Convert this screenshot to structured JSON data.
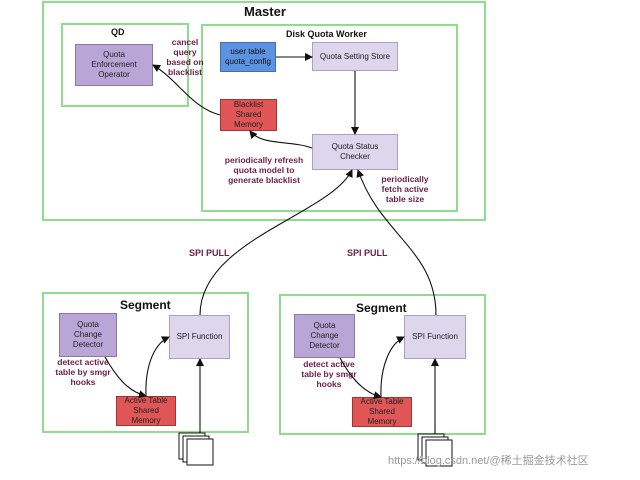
{
  "master": {
    "title": "Master"
  },
  "qd": {
    "title": "QD",
    "enforcement_operator": "Quota\nEnforcement\nOperator"
  },
  "worker": {
    "title": "Disk Quota Worker",
    "user_table": "user table\nquota_config",
    "setting_store": "Quota Setting Store",
    "blacklist_memory": "Blacklist\nShared\nMemory",
    "status_checker": "Quota Status\nChecker"
  },
  "notes": {
    "cancel_query": "cancel\nquery\nbased on\nblacklist",
    "refresh": "periodically refresh\nquota model to\ngenerate blacklist",
    "fetch": "periodically\nfetch active\ntable size",
    "detect_left": "detect active\ntable by smgr\nhooks",
    "detect_right": "detect active\ntable by smgr\nhooks"
  },
  "spi_pull_left": "SPI PULL",
  "spi_pull_right": "SPI PULL",
  "segment_left": {
    "title": "Segment",
    "change_detector": "Quota\nChange\nDetector",
    "spi_function": "SPI Function",
    "active_table": "Active Table\nShared\nMemory"
  },
  "segment_right": {
    "title": "Segment",
    "change_detector": "Quota\nChange\nDetector",
    "spi_function": "SPI Function",
    "active_table": "Active Table\nShared\nMemory"
  },
  "watermark": "https://blog.csdn.net/@稀土掘金技术社区",
  "colors": {
    "frame": "#8fdc8f",
    "quota_box": "#b9a6d6",
    "light_box": "#ddd6ec",
    "blue_box": "#5b93e0",
    "red_box": "#e05555",
    "note_text": "#6b1d4a"
  }
}
